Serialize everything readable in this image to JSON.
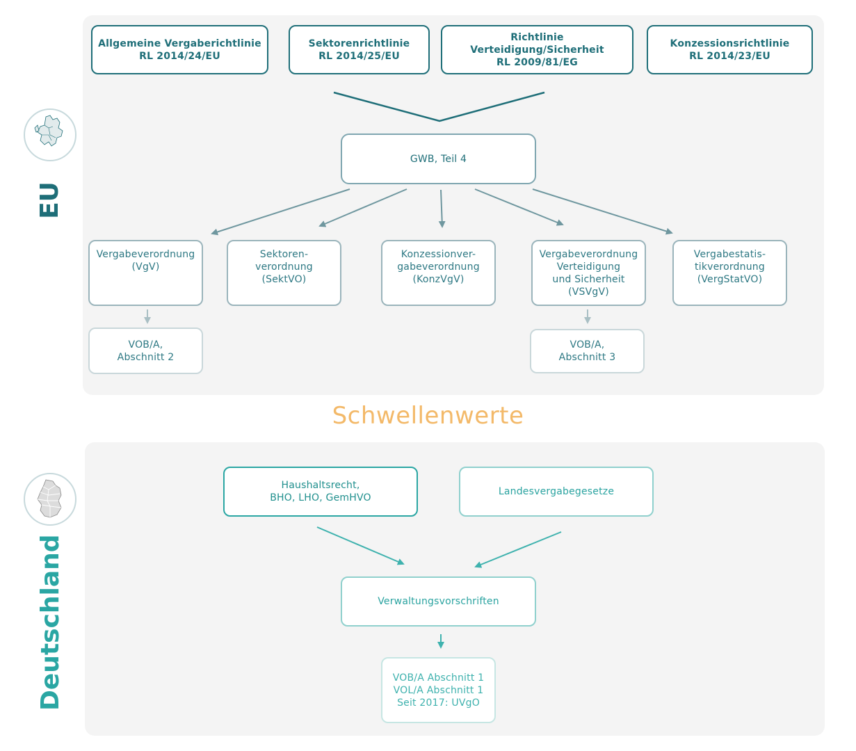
{
  "sections": {
    "eu_label": "EU",
    "de_label": "Deutschland",
    "threshold_label": "Schwellenwerte"
  },
  "eu": {
    "directives": [
      {
        "line1": "Allgemeine Vergaberichtlinie",
        "line2": "RL 2014/24/EU"
      },
      {
        "line1": "Sektorenrichtlinie",
        "line2": "RL 2014/25/EU"
      },
      {
        "line1": "Richtlinie Verteidigung/Sicherheit",
        "line2": "RL 2009/81/EG"
      },
      {
        "line1": "Konzessionsrichtlinie",
        "line2": "RL 2014/23/EU"
      }
    ],
    "gwb": "GWB, Teil 4",
    "ordinances": [
      {
        "lines": [
          "Vergabeverordnung",
          "(VgV)"
        ]
      },
      {
        "lines": [
          "Sektoren-",
          "verordnung",
          "(SektVO)"
        ]
      },
      {
        "lines": [
          "Konzessionver-",
          "gabeverordnung",
          "(KonzVgV)"
        ]
      },
      {
        "lines": [
          "Vergabeverordnung",
          "Verteidigung",
          "und Sicherheit",
          "(VSVgV)"
        ]
      },
      {
        "lines": [
          "Vergabestatis-",
          "tikverordnung",
          "(VergStatVO)"
        ]
      }
    ],
    "vob": [
      {
        "lines": [
          "VOB/A,",
          "Abschnitt 2"
        ]
      },
      {
        "lines": [
          "VOB/A,",
          "Abschnitt 3"
        ]
      }
    ]
  },
  "de": {
    "haushalt": {
      "lines": [
        "Haushaltsrecht,",
        "BHO, LHO, GemHVO"
      ]
    },
    "landes": "Landesvergabegesetze",
    "verwaltung": "Verwaltungsvorschriften",
    "final": {
      "lines": [
        "VOB/A Abschnitt 1",
        "VOL/A Abschnitt 1",
        "Seit 2017: UVgO"
      ]
    }
  },
  "colors": {
    "eu_label": "#1e6e78",
    "de_label": "#2aa6a3",
    "threshold": "#f3b969",
    "panel": "#f4f4f4"
  },
  "icons": [
    "europe-map-icon",
    "germany-map-icon"
  ]
}
